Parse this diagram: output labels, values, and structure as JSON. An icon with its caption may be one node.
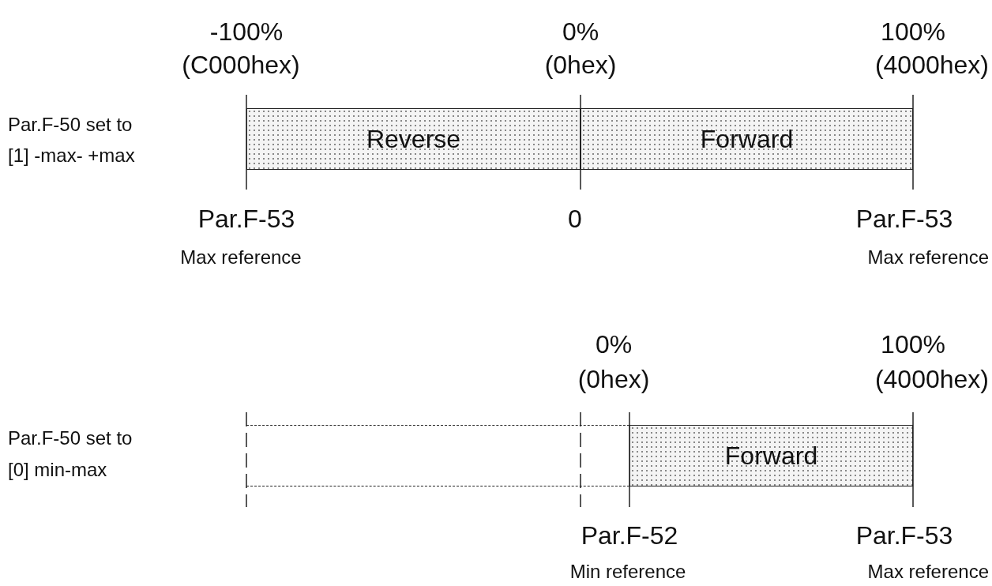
{
  "diagram": {
    "nodes": [
      {
        "text": [
          "Reverse"
        ]
      },
      {
        "text": [
          "Forward"
        ]
      },
      {
        "text": [],
        "shape": "box"
      },
      {
        "text": [
          "Forward"
        ]
      }
    ],
    "labels": [
      "-100%",
      "0%",
      "100%",
      "(C000hex)",
      "(0hex)",
      "(4000hex)",
      "Par.F-50 set to",
      "[1] -max- +max",
      "Par.F-53",
      "0",
      "Par.F-53",
      "Max reference",
      "Max reference",
      "0%",
      "100%",
      "(0hex)",
      "(4000hex)",
      "Par.F-50 set to",
      "[0] min-max",
      "Par.F-52",
      "Par.F-53",
      "Min reference",
      "Max reference"
    ]
  }
}
